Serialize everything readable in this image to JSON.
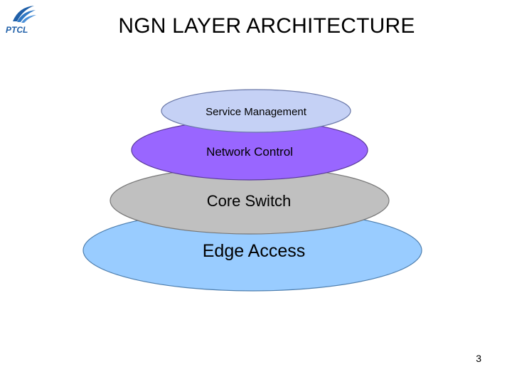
{
  "slide": {
    "title": "NGN LAYER ARCHITECTURE",
    "page_number": "3"
  },
  "logo": {
    "text": "PTCL",
    "color": "#1f5fa8"
  },
  "layers": [
    {
      "label": "Service Management",
      "fill": "#c5d1f5",
      "stroke": "#6a78a8"
    },
    {
      "label": "Network Control",
      "fill": "#9966ff",
      "stroke": "#5a3a9a"
    },
    {
      "label": "Core Switch",
      "fill": "#c0c0c0",
      "stroke": "#777777"
    },
    {
      "label": "Edge Access",
      "fill": "#99ccff",
      "stroke": "#4f7fae"
    }
  ]
}
